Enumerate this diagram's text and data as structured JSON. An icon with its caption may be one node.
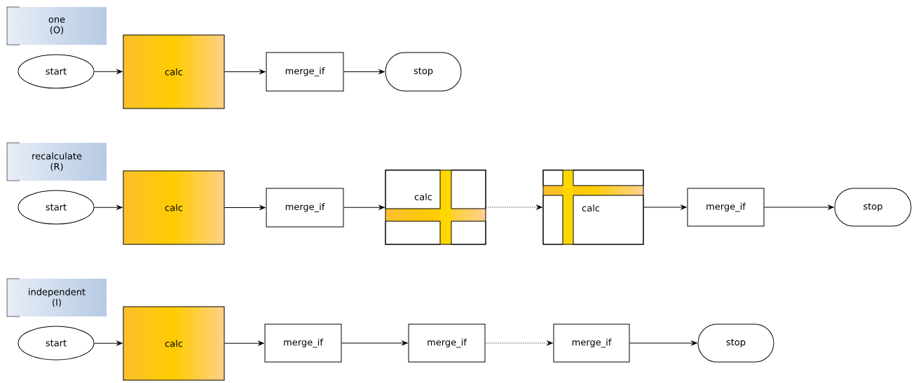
{
  "diagram": {
    "nodes": [
      {
        "text": [
          "one (O)"
        ]
      },
      {
        "text": [
          "start"
        ]
      },
      {
        "text": [
          "calc"
        ]
      },
      {
        "text": [
          "merge_if"
        ]
      },
      {
        "text": [
          "stop"
        ]
      },
      {
        "text": [
          "recalculate (R)"
        ]
      },
      {
        "text": [
          "start"
        ]
      },
      {
        "text": [
          "calc"
        ]
      },
      {
        "text": [
          "merge_if"
        ]
      },
      {
        "text": [
          "calc"
        ]
      },
      {
        "text": [
          "calc"
        ]
      },
      {
        "text": [
          "merge_if"
        ]
      },
      {
        "text": [
          "stop"
        ]
      },
      {
        "text": [
          "independent (I)"
        ]
      },
      {
        "text": [
          "start"
        ]
      },
      {
        "text": [
          "calc"
        ]
      },
      {
        "text": [
          "merge_if"
        ]
      },
      {
        "text": [
          "merge_if"
        ]
      },
      {
        "text": [
          "merge_if"
        ]
      },
      {
        "text": [
          "stop"
        ]
      }
    ],
    "edges": [
      {
        "from": 1,
        "to": 2,
        "arrow": "to"
      },
      {
        "from": 2,
        "to": 3,
        "arrow": "to"
      },
      {
        "from": 3,
        "to": 4,
        "arrow": "to"
      },
      {
        "from": 6,
        "to": 7,
        "arrow": "to"
      },
      {
        "from": 7,
        "to": 8,
        "arrow": "to"
      },
      {
        "from": 8,
        "to": 9,
        "arrow": "to"
      },
      {
        "from": 9,
        "to": 10,
        "arrow": "to",
        "style": "dashed"
      },
      {
        "from": 10,
        "to": 11,
        "arrow": "to"
      },
      {
        "from": 11,
        "to": 12,
        "arrow": "to"
      },
      {
        "from": 14,
        "to": 15,
        "arrow": "to"
      },
      {
        "from": 15,
        "to": 16,
        "arrow": "to"
      },
      {
        "from": 16,
        "to": 17,
        "arrow": "to"
      },
      {
        "from": 17,
        "to": 18,
        "arrow": "to",
        "style": "dashed"
      },
      {
        "from": 18,
        "to": 19,
        "arrow": "to"
      }
    ]
  }
}
